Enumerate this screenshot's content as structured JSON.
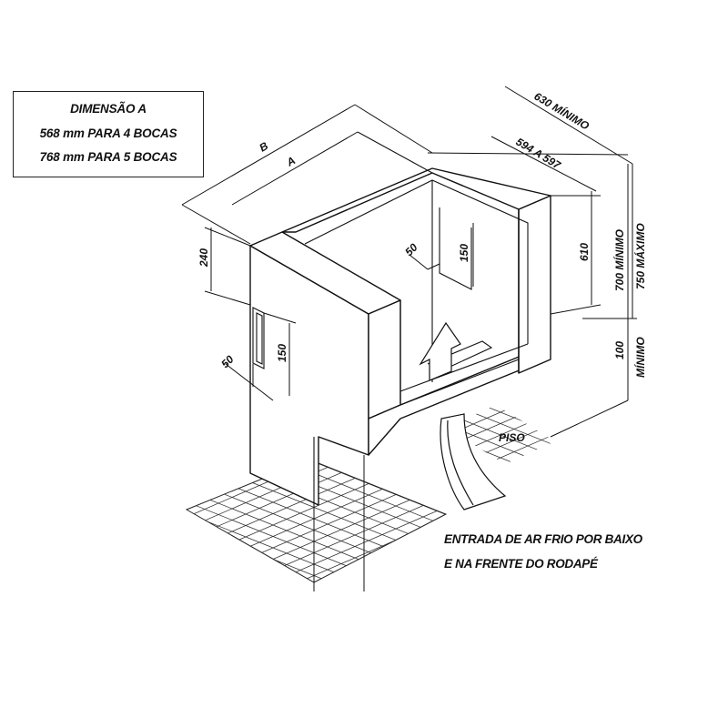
{
  "note": {
    "title": "DIMENSÃO  A",
    "line1": "568 mm PARA 4 BOCAS",
    "line2": "768 mm PARA 5 BOCAS"
  },
  "dims": {
    "b": "B",
    "a": "A",
    "min630": "630 MÍNIMO",
    "range594": "594 A 597",
    "d240": "240",
    "d50a": "50",
    "d150a": "150",
    "d50b": "50",
    "d150b": "150",
    "d610": "610",
    "min700": "700 MÍNIMO",
    "max750": "750 MÁXIMO",
    "d100": "100",
    "min100": "MÍNIMO",
    "piso": "PISO"
  },
  "caption": {
    "line1": "ENTRADA DE AR FRIO POR BAIXO",
    "line2": "E NA FRENTE DO RODAPÉ"
  }
}
